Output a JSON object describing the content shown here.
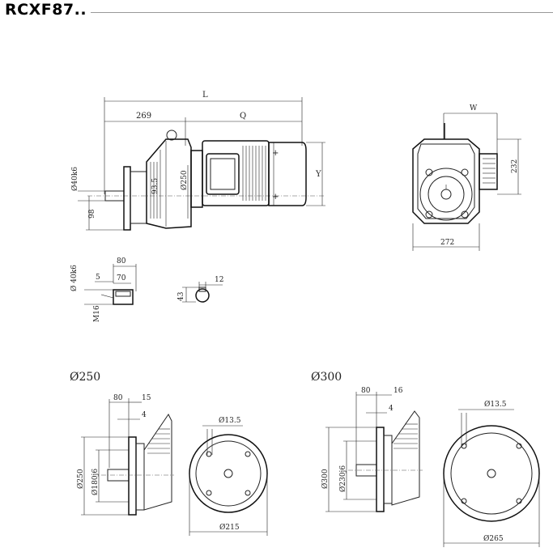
{
  "title": "RCXF87..",
  "main_view": {
    "L": "L",
    "d269": "269",
    "Q": "Q",
    "d40k6": "Ø40k6",
    "d93_5": "93.5",
    "d250": "Ø250",
    "d98": "98",
    "Y": "Y"
  },
  "side_view": {
    "W": "W",
    "d232": "232",
    "d272": "272"
  },
  "shaft_detail": {
    "d40k6": "Ø 40k6",
    "d80": "80",
    "d5": "5",
    "d70": "70",
    "M16": "M16"
  },
  "key_detail": {
    "d12": "12",
    "d43": "43"
  },
  "flange_250": {
    "heading": "Ø250",
    "d80": "80",
    "d15": "15",
    "d4": "4",
    "d250": "Ø250",
    "d180j6": "Ø180j6",
    "d13_5": "Ø13.5",
    "d215": "Ø215"
  },
  "flange_300": {
    "heading": "Ø300",
    "d80": "80",
    "d16": "16",
    "d4": "4",
    "d300": "Ø300",
    "d230j6": "Ø230j6",
    "d13_5": "Ø13.5",
    "d265": "Ø265"
  }
}
